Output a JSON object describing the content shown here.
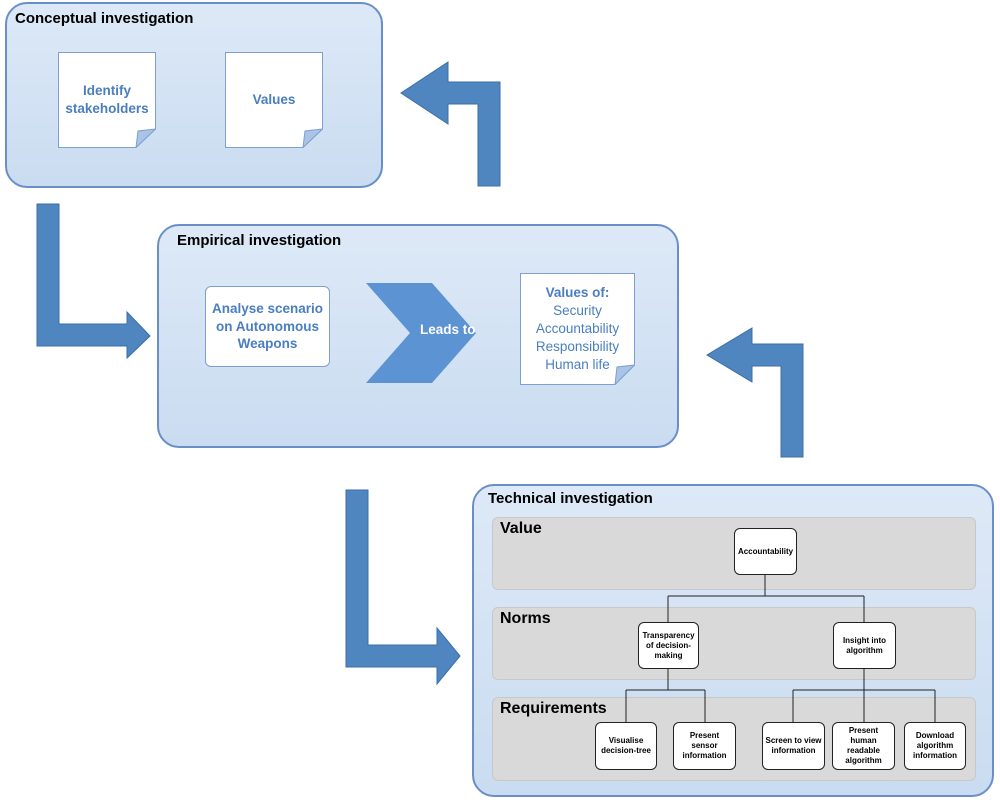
{
  "conceptual": {
    "title": "Conceptual investigation",
    "note1_lines": [
      "Identify",
      "stakeholders"
    ],
    "note2": "Values"
  },
  "empirical": {
    "title": "Empirical investigation",
    "scenario_lines": [
      "Analyse scenario",
      "on Autonomous",
      "Weapons"
    ],
    "chevron_label": "Leads to",
    "values_heading": "Values of:",
    "values_items": [
      "Security",
      "Accountability",
      "Responsibility",
      "Human life"
    ]
  },
  "technical": {
    "title": "Technical investigation",
    "band_value": "Value",
    "band_norms": "Norms",
    "band_requirements": "Requirements",
    "node_accountability": "Accountability",
    "node_transparency": "Transparency of decision-making",
    "node_insight": "Insight into algorithm",
    "node_visualise": "Visualise decision-tree",
    "node_sensor": "Present sensor information",
    "node_screen": "Screen to view information",
    "node_human": "Present human readable algorithm",
    "node_download": "Download algorithm information"
  },
  "colors": {
    "arrow": "#4f86c0",
    "panel_border": "#6a8fc8",
    "panel_fill": "#d3e2f4",
    "text_blue": "#4a7ec0",
    "chevron": "#5b93d3"
  }
}
